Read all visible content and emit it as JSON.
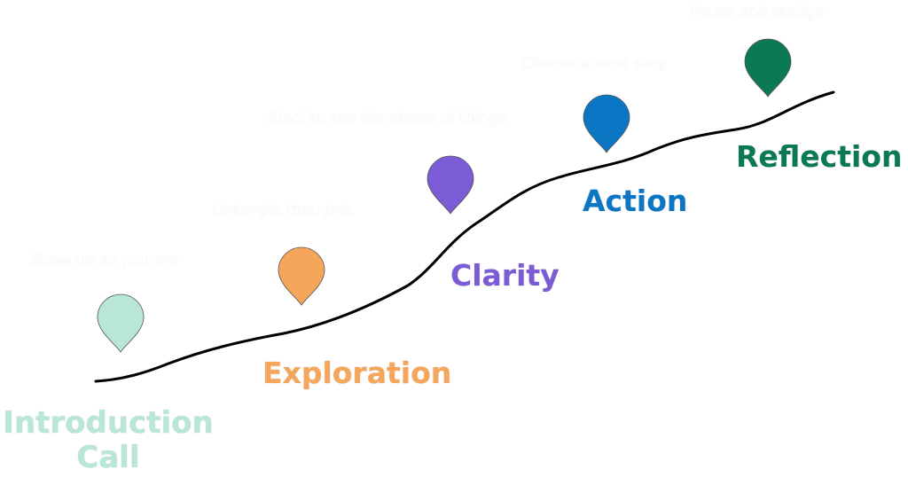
{
  "colors": {
    "path_line": "#000000",
    "caption_text": "#ffffff"
  },
  "stages": [
    {
      "key": "intro",
      "label_lines": [
        "Introduction",
        "Call"
      ],
      "caption": "Show up as you are",
      "color": "#b8e6d9",
      "icon": "map-pin-icon"
    },
    {
      "key": "exploration",
      "label": "Exploration",
      "caption": "Untangle thoughts",
      "color": "#f5a65b",
      "icon": "map-pin-icon"
    },
    {
      "key": "clarity",
      "label": "Clarity",
      "caption": "Start to see the shape of things",
      "color": "#7b5cd6",
      "icon": "map-pin-icon"
    },
    {
      "key": "action",
      "label": "Action",
      "caption": "Choose a next step",
      "color": "#0b76c4",
      "icon": "map-pin-icon"
    },
    {
      "key": "reflection",
      "label": "Reflection",
      "caption": "Pause and realign",
      "color": "#0b7a52",
      "icon": "map-pin-icon"
    }
  ]
}
